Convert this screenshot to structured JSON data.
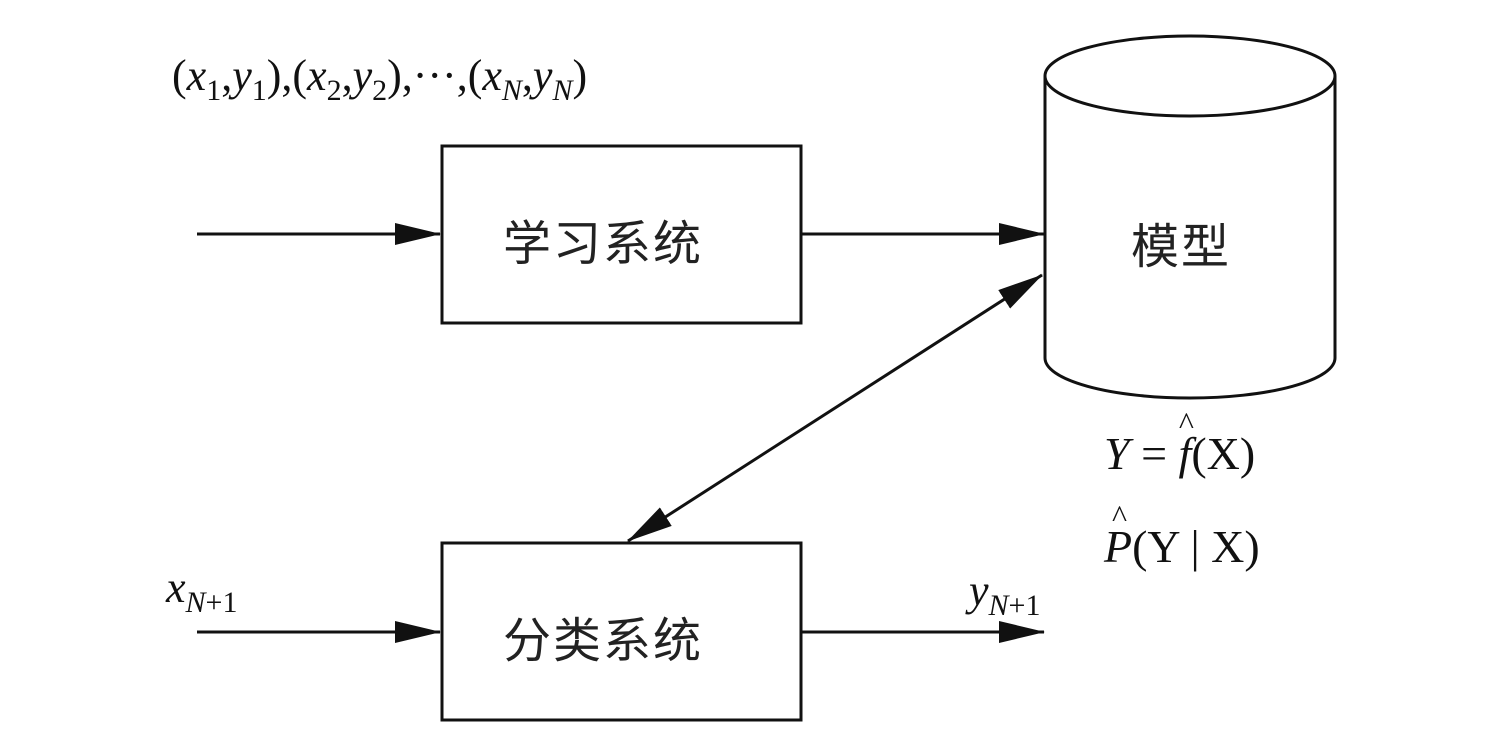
{
  "training_data": {
    "open": "(",
    "x": "x",
    "y": "y",
    "sub1": "1",
    "sub2": "2",
    "subN": "N",
    "sep": ",",
    "ellipsis": "···"
  },
  "learning_system": {
    "label": "学习系统"
  },
  "classification_system": {
    "label": "分类系统"
  },
  "model": {
    "label": "模型"
  },
  "input": {
    "var": "x",
    "sub": "N+1"
  },
  "output": {
    "var": "y",
    "sub": "N+1"
  },
  "model_eq1": {
    "lhs": "Y",
    "eq": "=",
    "f": "f",
    "arg": "(X)"
  },
  "model_eq2": {
    "P": "P",
    "arg": "(Y | X)"
  }
}
